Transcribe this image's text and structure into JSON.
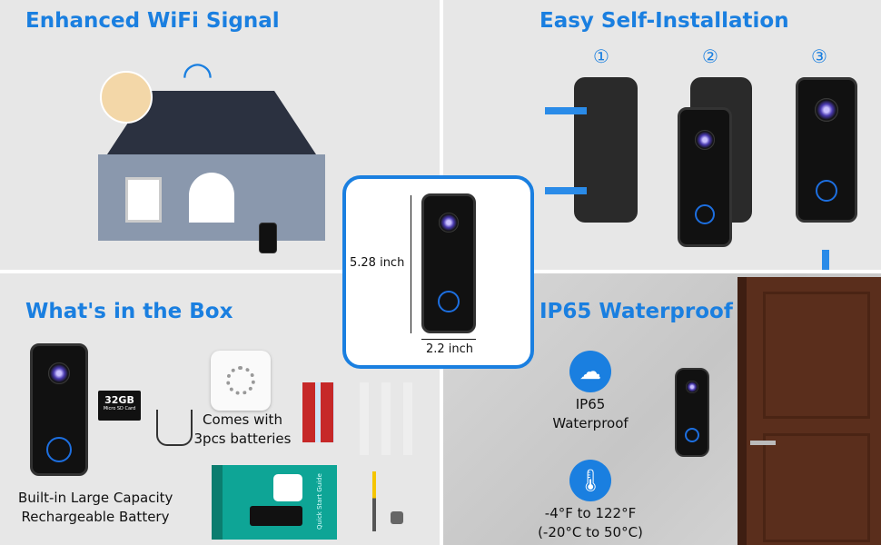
{
  "wifi": {
    "title": "Enhanced WiFi Signal"
  },
  "install": {
    "title": "Easy Self-Installation",
    "steps": [
      "①",
      "②",
      "③"
    ]
  },
  "box": {
    "title": "What's in the Box",
    "sd_card": "32GB",
    "sd_card_sub": "Micro SD Card",
    "chime_text": [
      "Comes with",
      "3pcs batteries"
    ],
    "battery_text": [
      "Built-in Large Capacity",
      "Rechargeable Battery"
    ],
    "guide_text": "Quick Start Guide"
  },
  "size": {
    "height": "5.28 inch",
    "width": "2.2 inch"
  },
  "waterproof": {
    "title": "IP65 Waterproof",
    "rating": [
      "IP65",
      "Waterproof"
    ],
    "temperature": [
      "-4°F to 122°F",
      "(-20°C to 50°C)"
    ],
    "icons": [
      "rain-cloud-icon",
      "thermometer-icon"
    ]
  },
  "colors": {
    "accent": "#1a7fe0",
    "door": "#5a2e1c",
    "panel": "#e7e7e7"
  }
}
